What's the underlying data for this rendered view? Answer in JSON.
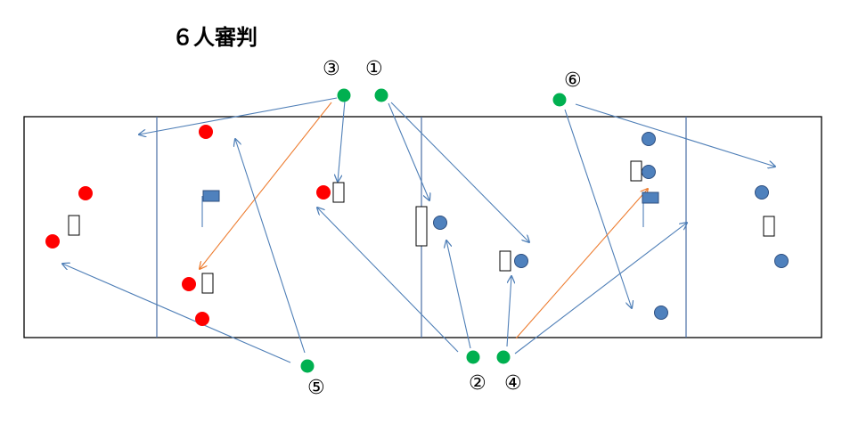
{
  "title": "６人審判",
  "referees": [
    {
      "label": "③"
    },
    {
      "label": "①"
    },
    {
      "label": "⑥"
    },
    {
      "label": "⑤"
    },
    {
      "label": "②"
    },
    {
      "label": "④"
    }
  ],
  "colors": {
    "referee": "#00b050",
    "team_red": "#ff0000",
    "team_blue": "#4f81bd",
    "team_blue_stroke": "#2f4f7f",
    "court_line": "#000000",
    "zone_line": "#4a6fa5",
    "arrow_blue": "#4f7fb7",
    "arrow_orange": "#ed7d31"
  }
}
